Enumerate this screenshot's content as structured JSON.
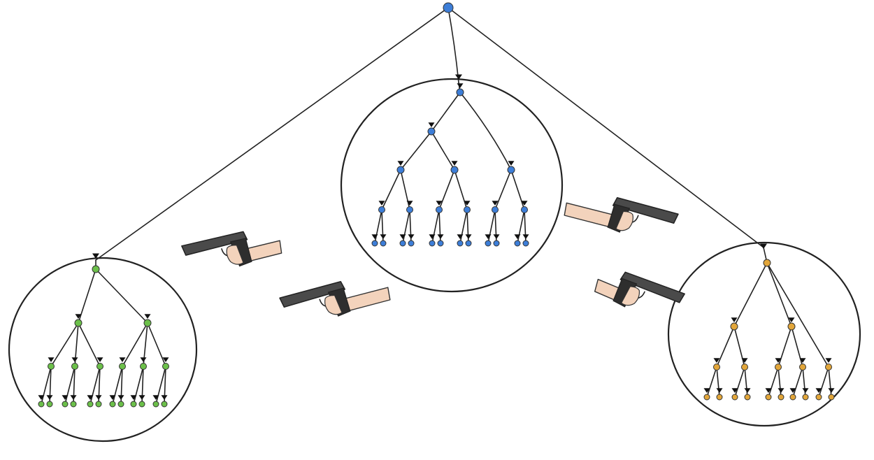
{
  "colors": {
    "root": "#3d7ed8",
    "blue": "#3d7ed8",
    "green": "#6cc04a",
    "orange": "#e2a63a",
    "line": "#222222",
    "skin": "#f3d3bc",
    "gun": "#4a4a4a"
  },
  "icons": [
    "pistol-icon",
    "hand-icon"
  ],
  "clusters": [
    {
      "name": "left-cluster",
      "color": "green"
    },
    {
      "name": "center-cluster",
      "color": "blue"
    },
    {
      "name": "right-cluster",
      "color": "orange"
    }
  ]
}
